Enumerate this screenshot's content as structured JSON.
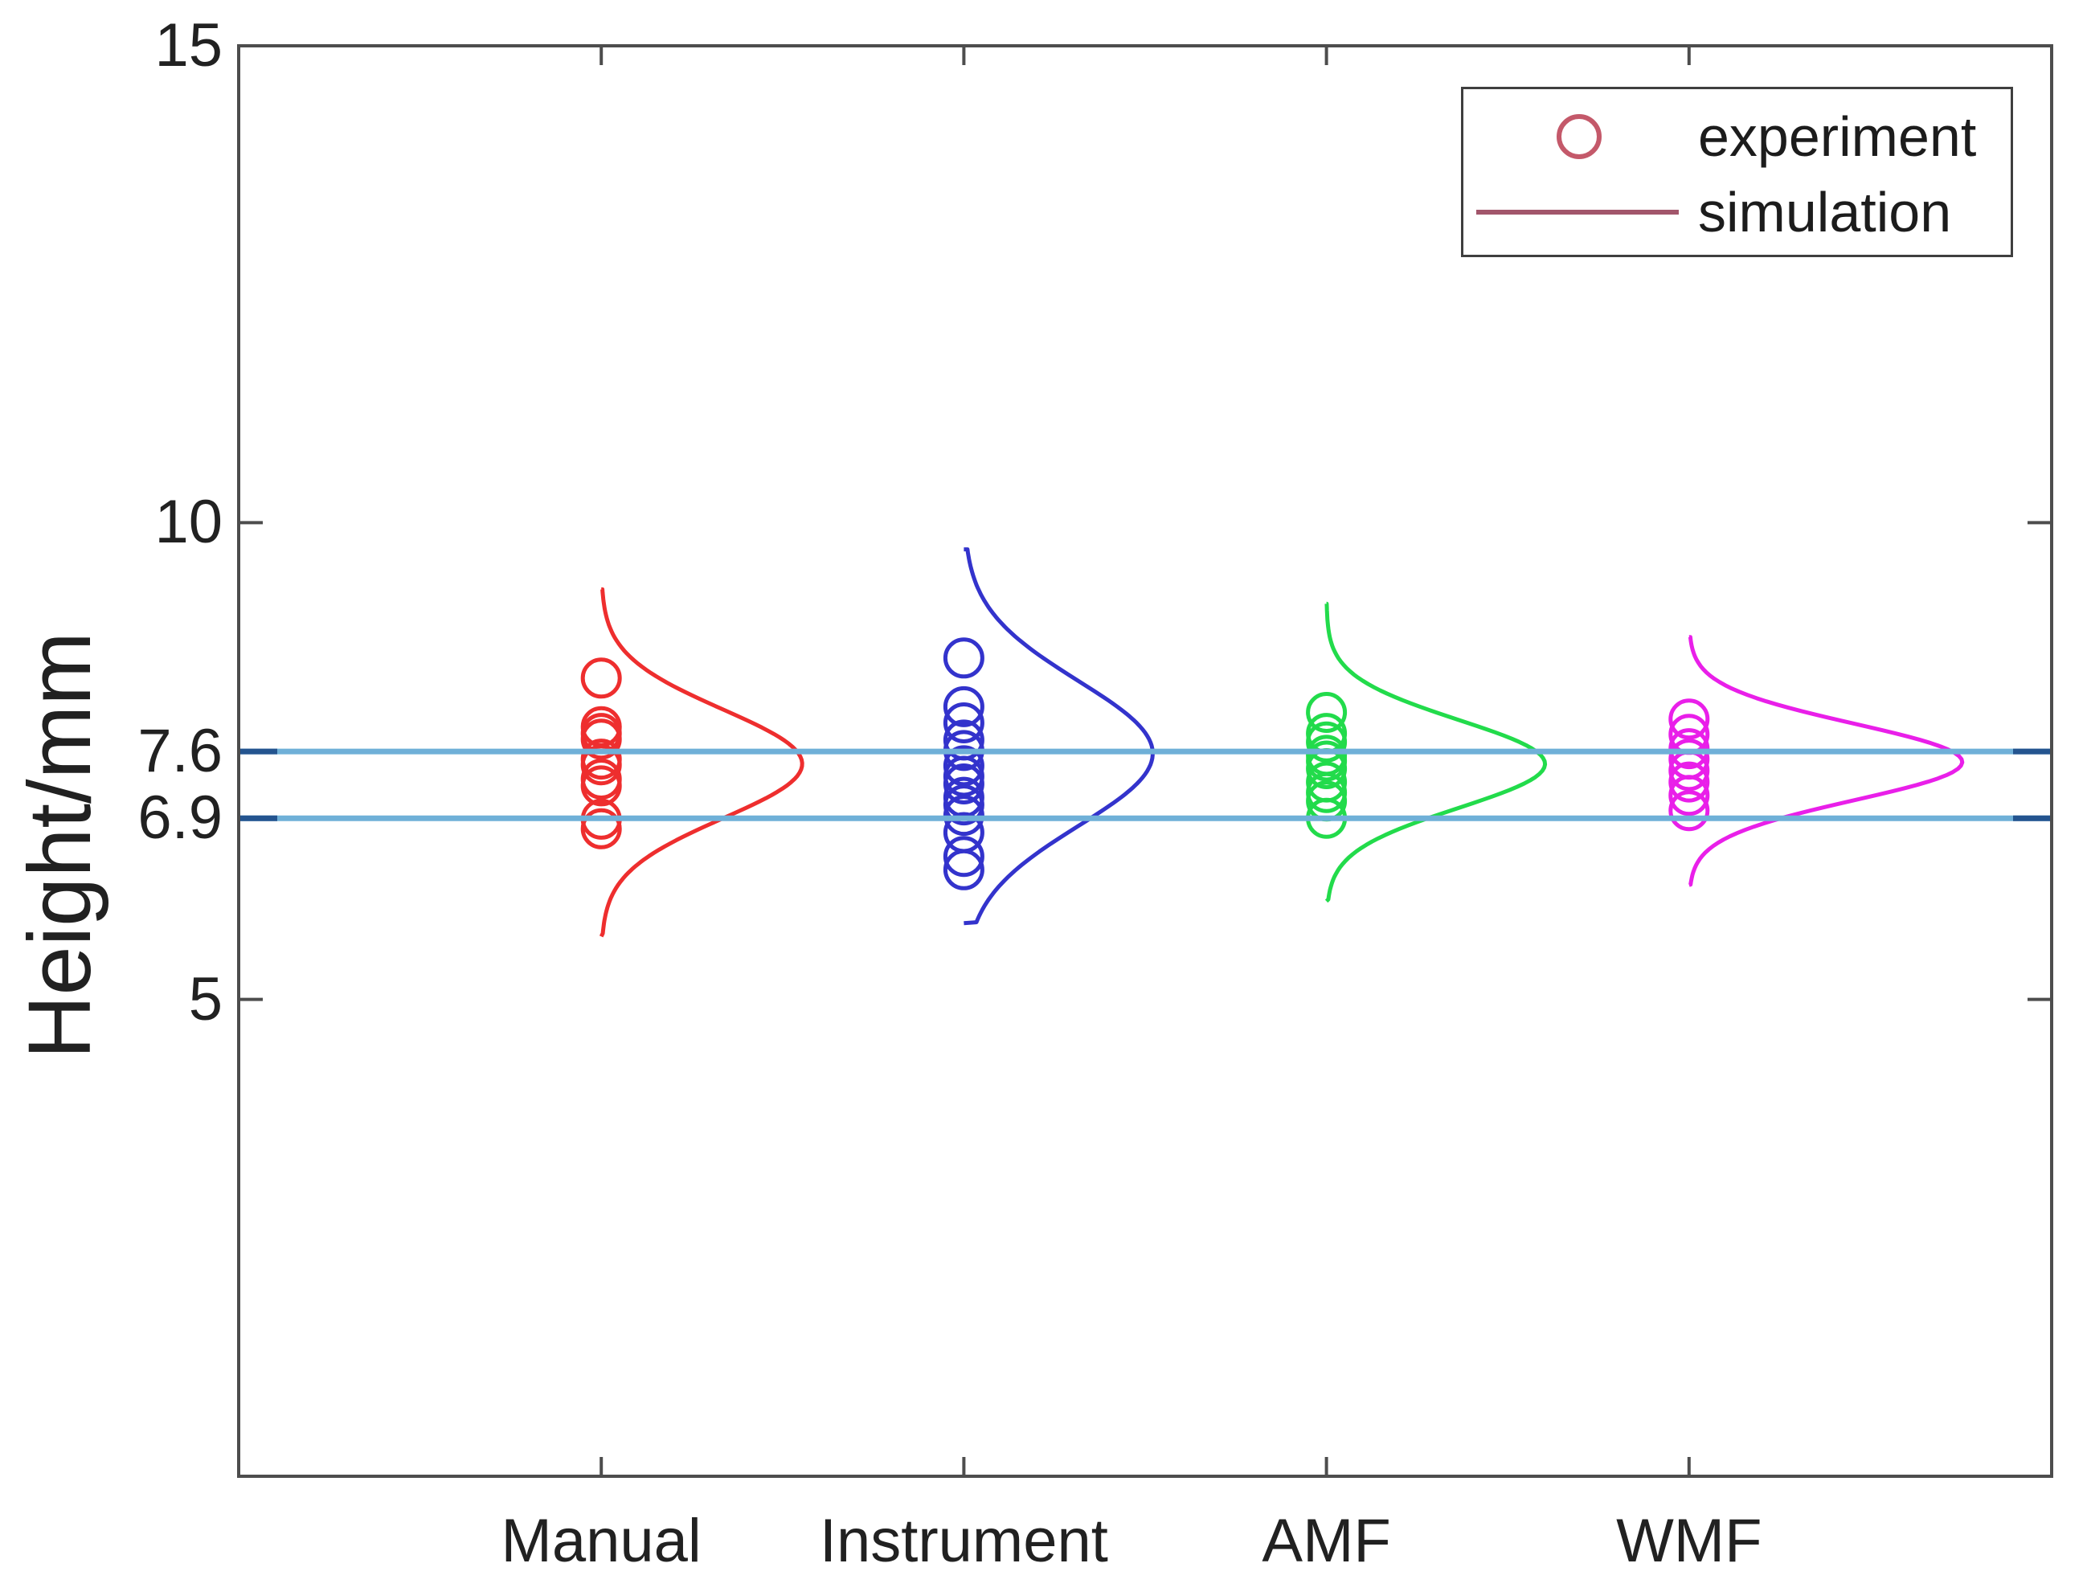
{
  "chart_data": {
    "type": "scatter+violin",
    "ylabel": "Height/mm",
    "ylim": [
      0,
      15
    ],
    "axis_color": "#4d4d4d",
    "ref_tick_color": "#24548f",
    "yticks": [
      {
        "value": 15,
        "label": "15"
      },
      {
        "value": 10,
        "label": "10"
      },
      {
        "value": 7.6,
        "label": "7.6"
      },
      {
        "value": 6.9,
        "label": "6.9"
      },
      {
        "value": 5,
        "label": "5"
      }
    ],
    "reference_lines": [
      {
        "value": 7.6,
        "color": "#6fb0d8"
      },
      {
        "value": 6.9,
        "color": "#6fb0d8"
      }
    ],
    "categories": [
      {
        "label": "Manual",
        "color": "#ee2e2e",
        "experiment_points": [
          8.37,
          7.86,
          7.79,
          7.73,
          7.52,
          7.46,
          7.31,
          7.24,
          6.89,
          6.79
        ],
        "simulation": {
          "mean": 7.47,
          "sigma": 0.57,
          "peak_halfwidth": 250,
          "curve_top": 9.3,
          "curve_bottom": 5.66
        }
      },
      {
        "label": "Instrument",
        "color": "#3333cc",
        "experiment_points": [
          8.58,
          8.07,
          7.9,
          7.72,
          7.61,
          7.45,
          7.34,
          7.26,
          7.12,
          7.04,
          6.93,
          6.75,
          6.5,
          6.36
        ],
        "simulation": {
          "mean": 7.58,
          "sigma": 0.76,
          "peak_halfwidth": 235,
          "curve_top": 9.72,
          "curve_bottom": 5.8
        }
      },
      {
        "label": "AMF",
        "color": "#22db4b",
        "experiment_points": [
          8.01,
          7.79,
          7.7,
          7.56,
          7.5,
          7.42,
          7.28,
          7.17,
          7.08,
          6.9
        ],
        "simulation": {
          "mean": 7.47,
          "sigma": 0.46,
          "peak_halfwidth": 272,
          "curve_top": 9.15,
          "curve_bottom": 6.03
        }
      },
      {
        "label": "WMF",
        "color": "#e91fe9",
        "experiment_points": [
          7.94,
          7.78,
          7.63,
          7.52,
          7.4,
          7.28,
          7.14,
          6.98
        ],
        "simulation": {
          "mean": 7.49,
          "sigma": 0.4,
          "peak_halfwidth": 340,
          "curve_top": 8.8,
          "curve_bottom": 6.2
        }
      }
    ],
    "legend": [
      {
        "symbol": "circle",
        "label": "experiment",
        "color": "#c4596a"
      },
      {
        "symbol": "line",
        "label": "simulation",
        "color": "#a2566b"
      }
    ]
  }
}
